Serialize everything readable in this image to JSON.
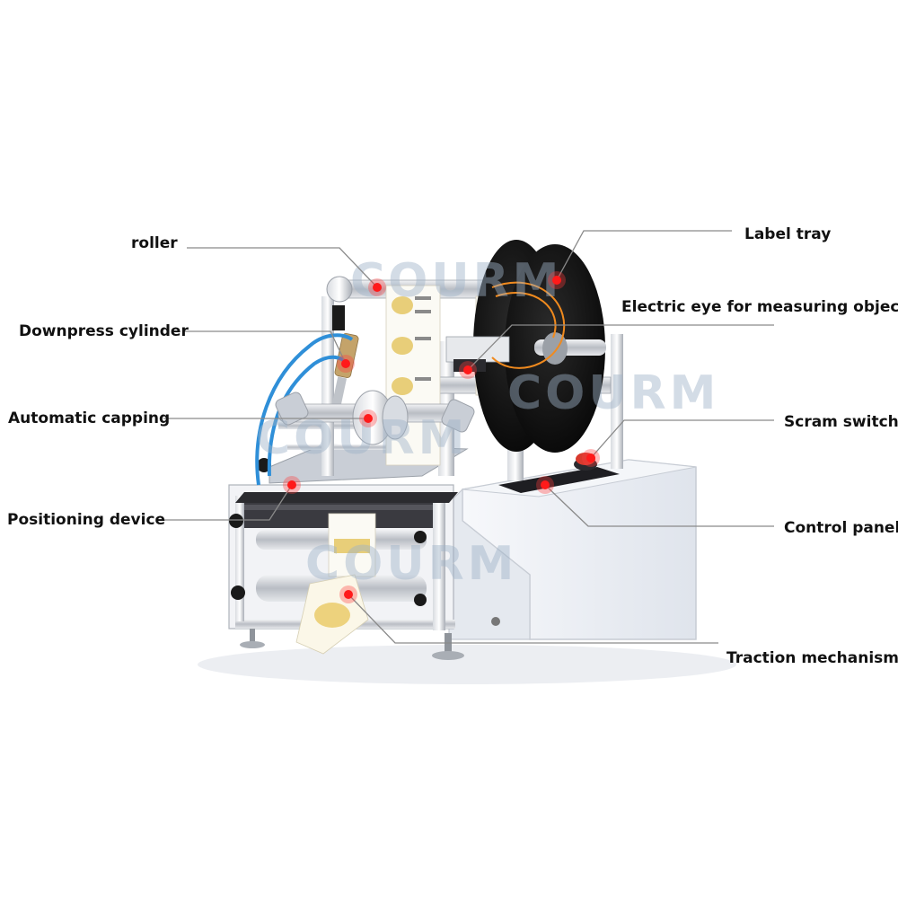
{
  "labels": {
    "roller": "roller",
    "label_tray": "Label tray",
    "downpress_cylinder": "Downpress cylinder",
    "electric_eye": "Electric eye for measuring objects",
    "automatic_capping": "Automatic capping",
    "scram_switch": "Scram switch",
    "positioning_device": "Positioning device",
    "control_panel": "Control panel",
    "traction_mechanism": "Traction mechanism"
  },
  "watermarks": [
    "COURM",
    "COURM",
    "COURM",
    "COURM"
  ],
  "colors": {
    "marker": "#ff1a1a",
    "leader": "#8a8a8a",
    "machine_body": "#eef1f6",
    "reel": "#141414",
    "hose": "#2f8fd8",
    "wire": "#f08a1e",
    "watermark": "#9fb3c8"
  }
}
